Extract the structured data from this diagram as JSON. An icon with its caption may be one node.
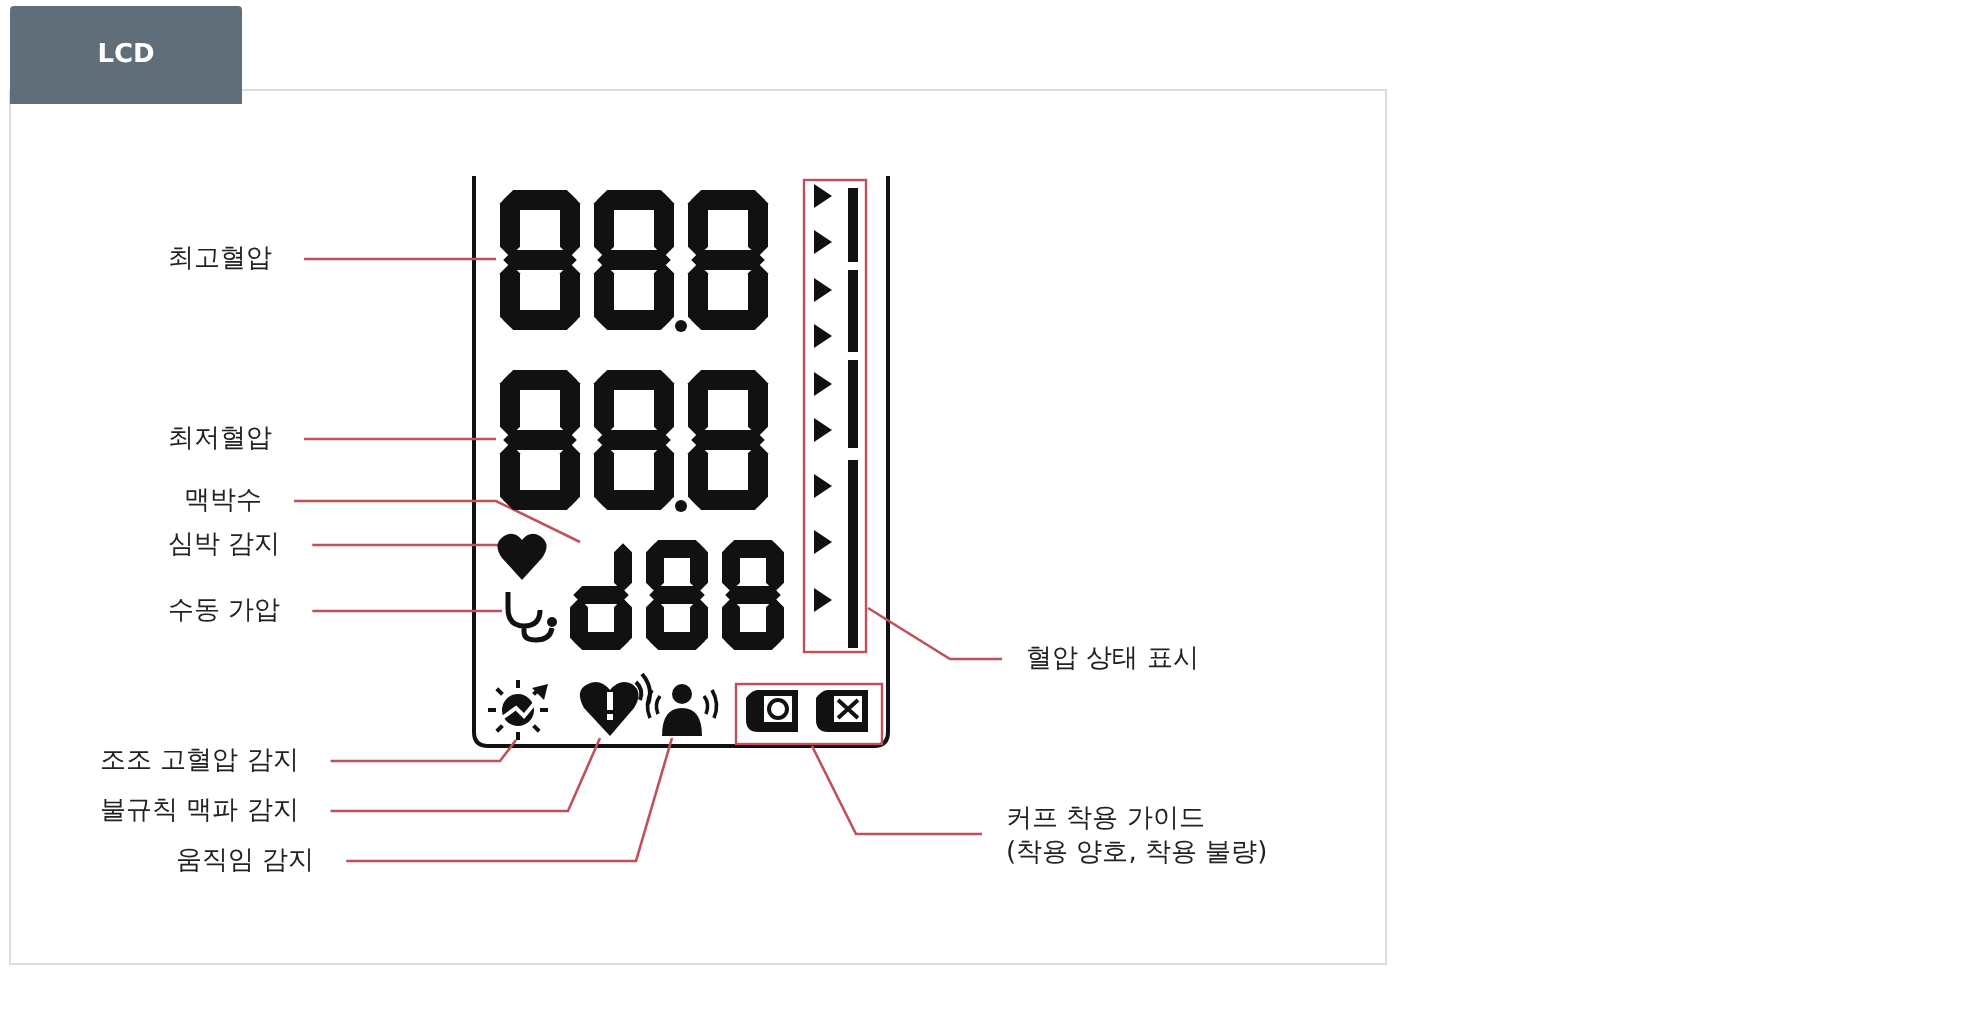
{
  "diagram": {
    "title": "LCD",
    "nodes": [
      {
        "text": [
          "최고혈압"
        ]
      },
      {
        "text": [
          "최저혈압"
        ]
      },
      {
        "text": [
          "맥박수"
        ]
      },
      {
        "text": [
          "심박 감지"
        ]
      },
      {
        "text": [
          "수동 가압"
        ]
      },
      {
        "text": [
          "혈압 상태 표시"
        ]
      },
      {
        "text": [
          "조조 고혈압 감지"
        ]
      },
      {
        "text": [
          "불규칙 맥파 감지"
        ]
      },
      {
        "text": [
          "움직임 감지"
        ]
      },
      {
        "text": [
          "커프 착용 가이드",
          "(착용 양호, 착용 불량)"
        ]
      },
      {
        "text": [],
        "shape": "display"
      },
      {
        "text": [],
        "shape": "display"
      },
      {
        "text": [],
        "shape": "display"
      },
      {
        "text": [],
        "shape": "heart"
      },
      {
        "text": [],
        "shape": "stethoscope"
      },
      {
        "text": [],
        "shape": "box"
      },
      {
        "text": [],
        "shape": "sun"
      },
      {
        "text": [],
        "shape": "heart"
      },
      {
        "text": [],
        "shape": "person"
      },
      {
        "text": [],
        "shape": "box"
      }
    ],
    "edges": [
      {
        "from": 0,
        "to": 10,
        "arrow": "none"
      },
      {
        "from": 1,
        "to": 11,
        "arrow": "none"
      },
      {
        "from": 2,
        "to": 12,
        "arrow": "none"
      },
      {
        "from": 3,
        "to": 13,
        "arrow": "none"
      },
      {
        "from": 4,
        "to": 14,
        "arrow": "none"
      },
      {
        "from": 5,
        "to": 15,
        "arrow": "none"
      },
      {
        "from": 6,
        "to": 16,
        "arrow": "none"
      },
      {
        "from": 7,
        "to": 17,
        "arrow": "none"
      },
      {
        "from": 8,
        "to": 18,
        "arrow": "none"
      },
      {
        "from": 9,
        "to": 19,
        "arrow": "none"
      }
    ]
  }
}
